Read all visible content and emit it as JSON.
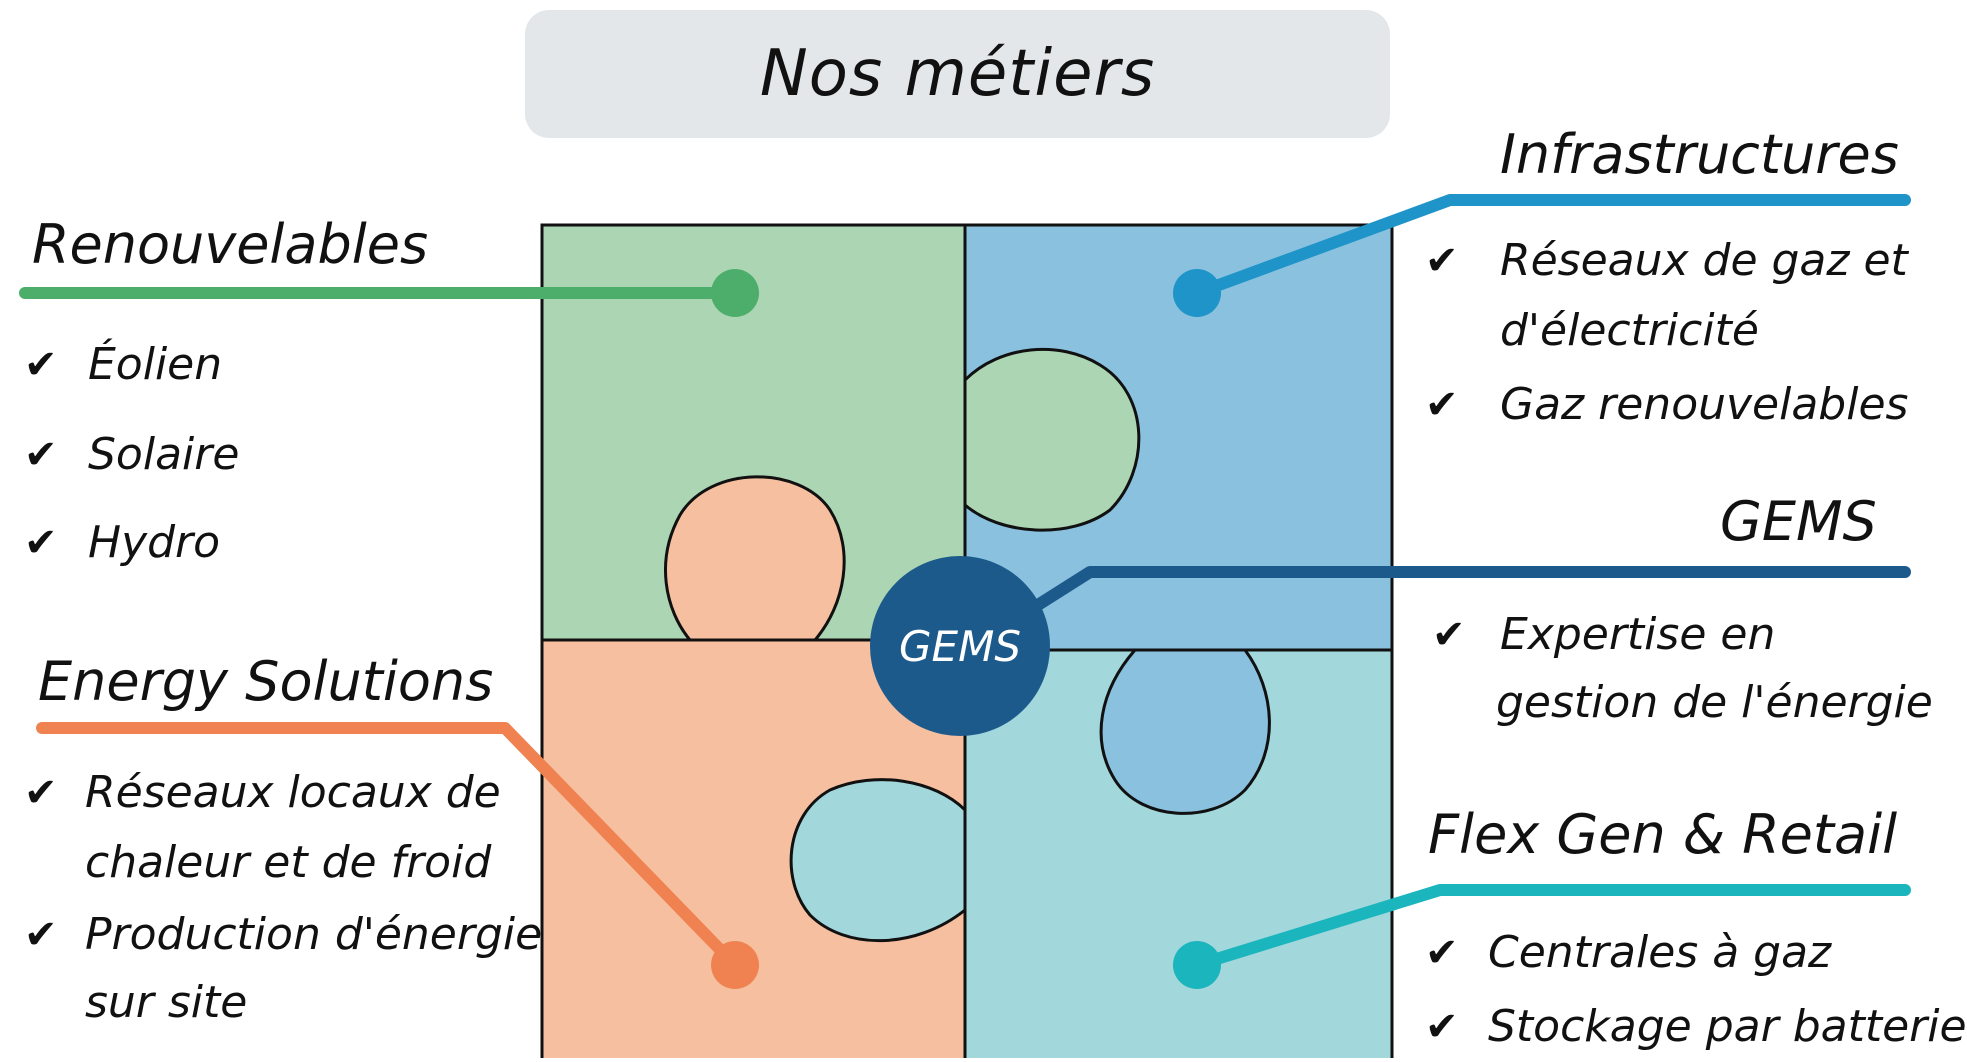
{
  "title": "Nos métiers",
  "center_label": "GEMS",
  "sections": {
    "renouvelables": {
      "heading": "Renouvelables",
      "color": "#4cae6a",
      "items": [
        "Éolien",
        "Solaire",
        "Hydro"
      ]
    },
    "energy_solutions": {
      "heading": "Energy Solutions",
      "color": "#ef8250",
      "items": [
        "Réseaux locaux de",
        "chaleur et de froid",
        "Production d'énergie",
        "sur site"
      ]
    },
    "infrastructures": {
      "heading": "Infrastructures",
      "color": "#1f94c9",
      "items": [
        "Réseaux de gaz et",
        "d'électricité",
        "Gaz renouvelables"
      ]
    },
    "gems": {
      "heading": "GEMS",
      "color": "#1d5a8c",
      "items": [
        "Expertise en",
        "gestion de l'énergie"
      ]
    },
    "flex_gen": {
      "heading": "Flex Gen & Retail",
      "color": "#1bb5bd",
      "items": [
        "Centrales à gaz",
        "Stockage par batterie"
      ]
    }
  },
  "piece_colors": {
    "top_left": "#acd5b3",
    "top_right": "#89c1de",
    "bottom_left": "#f6c0a0",
    "bottom_right": "#a2d7dc"
  },
  "check_symbol": "✔"
}
